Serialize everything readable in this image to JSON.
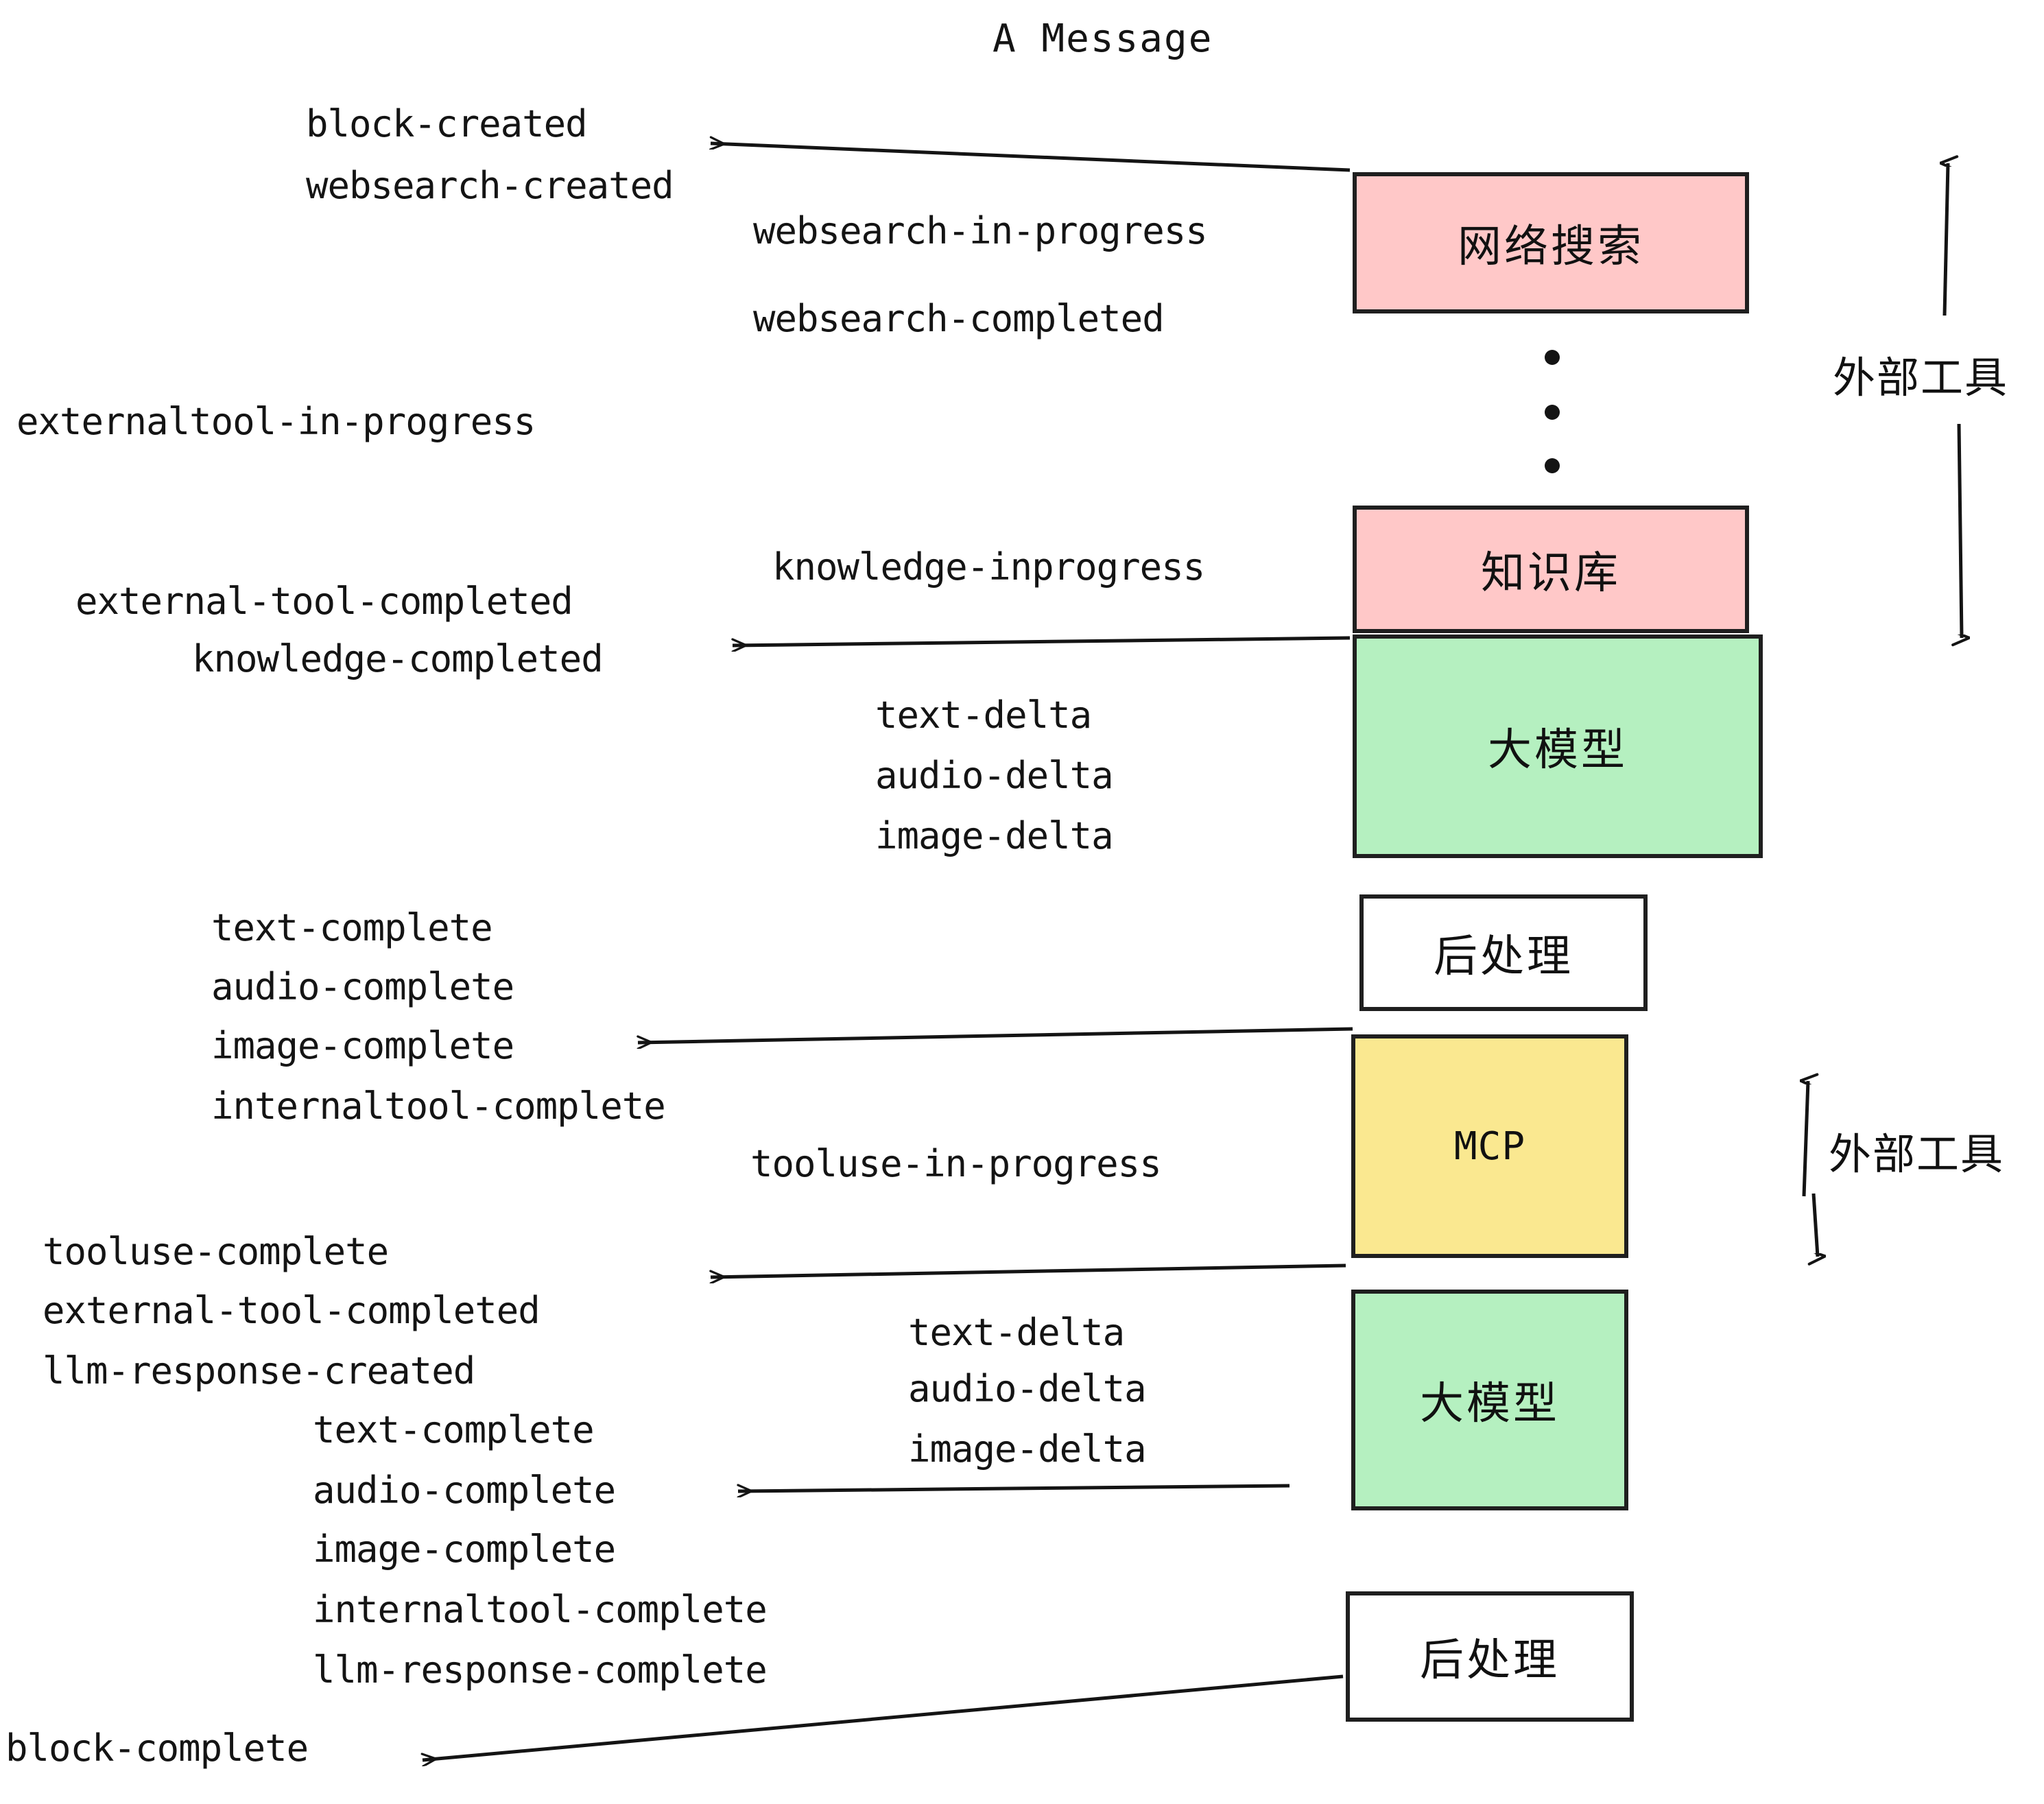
{
  "diagram": {
    "title": "A Message",
    "colors": {
      "pink": "#FFC8C8",
      "green": "#B5F0C0",
      "yellow": "#FAE890",
      "white": "#FFFFFF",
      "stroke": "#1F1F1F",
      "text": "#141414"
    },
    "boxes": [
      {
        "id": "websearch",
        "label": "网络搜索",
        "fill": "#FFC8C8"
      },
      {
        "id": "knowledgebase",
        "label": "知识库",
        "fill": "#FFC8C8"
      },
      {
        "id": "llm-1",
        "label": "大模型",
        "fill": "#B5F0C0"
      },
      {
        "id": "postprocess-1",
        "label": "后处理",
        "fill": "#FFFFFF"
      },
      {
        "id": "mcp",
        "label": "MCP",
        "fill": "#FAE890"
      },
      {
        "id": "llm-2",
        "label": "大模型",
        "fill": "#B5F0C0"
      },
      {
        "id": "postprocess-2",
        "label": "后处理",
        "fill": "#FFFFFF"
      }
    ],
    "side_labels": [
      {
        "id": "external-tool-top",
        "label": "外部工具"
      },
      {
        "id": "external-tool-bottom",
        "label": "外部工具"
      }
    ],
    "events": [
      {
        "id": "e01",
        "text": "block-created"
      },
      {
        "id": "e02",
        "text": "websearch-created"
      },
      {
        "id": "e03",
        "text": "websearch-in-progress"
      },
      {
        "id": "e04",
        "text": "websearch-completed"
      },
      {
        "id": "e05",
        "text": "externaltool-in-progress"
      },
      {
        "id": "e06",
        "text": "knowledge-inprogress"
      },
      {
        "id": "e07",
        "text": "external-tool-completed"
      },
      {
        "id": "e08",
        "text": "knowledge-completed"
      },
      {
        "id": "e09",
        "text": "text-delta"
      },
      {
        "id": "e10",
        "text": "audio-delta"
      },
      {
        "id": "e11",
        "text": "image-delta"
      },
      {
        "id": "e12",
        "text": "text-complete"
      },
      {
        "id": "e13",
        "text": "audio-complete"
      },
      {
        "id": "e14",
        "text": "image-complete"
      },
      {
        "id": "e15",
        "text": "internaltool-complete"
      },
      {
        "id": "e16",
        "text": "tooluse-in-progress"
      },
      {
        "id": "e17",
        "text": "tooluse-complete"
      },
      {
        "id": "e18",
        "text": "external-tool-completed"
      },
      {
        "id": "e19",
        "text": "llm-response-created"
      },
      {
        "id": "e20",
        "text": "text-delta"
      },
      {
        "id": "e21",
        "text": "audio-delta"
      },
      {
        "id": "e22",
        "text": "image-delta"
      },
      {
        "id": "e23",
        "text": "text-complete"
      },
      {
        "id": "e24",
        "text": "audio-complete"
      },
      {
        "id": "e25",
        "text": "image-complete"
      },
      {
        "id": "e26",
        "text": "internaltool-complete"
      },
      {
        "id": "e27",
        "text": "llm-response-complete"
      },
      {
        "id": "e28",
        "text": "block-complete"
      }
    ]
  }
}
